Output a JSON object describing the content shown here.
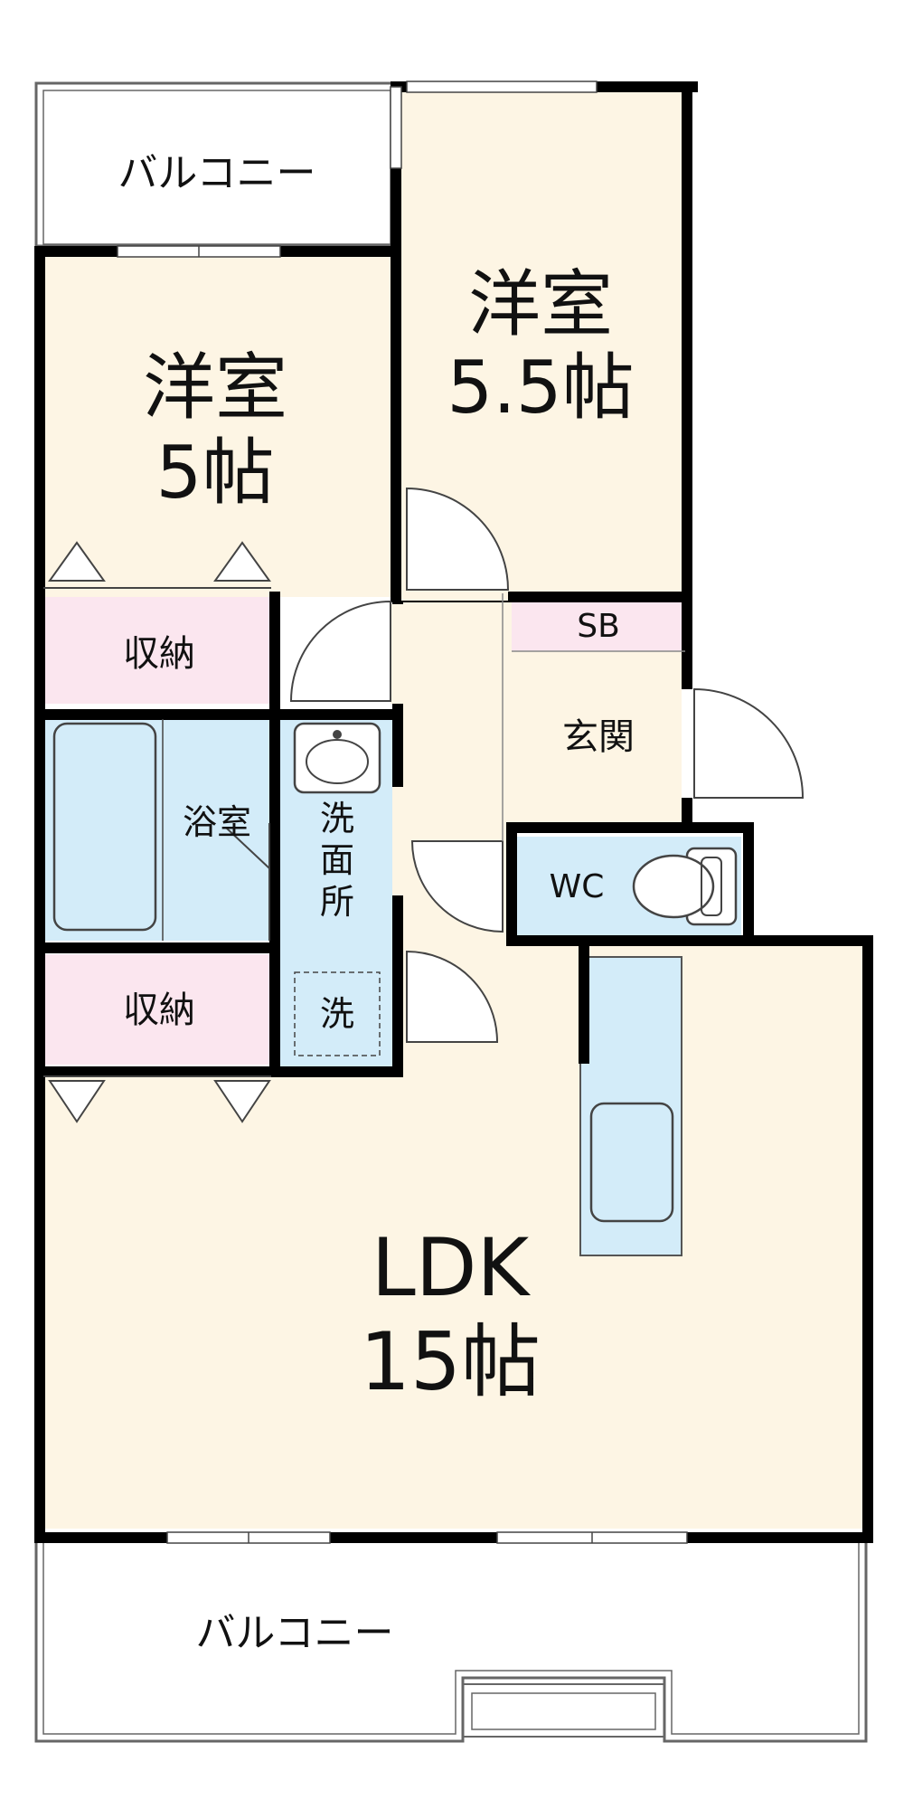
{
  "rooms": {
    "balcony_top": {
      "label": "バルコニー"
    },
    "bedroom_left": {
      "name": "洋室",
      "size": "5帖"
    },
    "bedroom_right": {
      "name": "洋室",
      "size": "5.5帖"
    },
    "storage_upper": {
      "label": "収納"
    },
    "storage_lower": {
      "label": "収納"
    },
    "shoe_box": {
      "label": "SB"
    },
    "entrance": {
      "label": "玄関"
    },
    "bath": {
      "label": "浴室"
    },
    "washroom": {
      "line1": "洗",
      "line2": "面",
      "line3": "所"
    },
    "washer": {
      "label": "洗"
    },
    "toilet": {
      "label": "WC"
    },
    "ldk": {
      "name": "LDK",
      "size": "15帖"
    },
    "balcony_bottom": {
      "label": "バルコニー"
    }
  },
  "colors": {
    "room_floor": "#fdf5e4",
    "storage": "#fbe6ef",
    "wet_area": "#d3ecf9",
    "wall": "#000000",
    "balcony": "#ffffff"
  }
}
